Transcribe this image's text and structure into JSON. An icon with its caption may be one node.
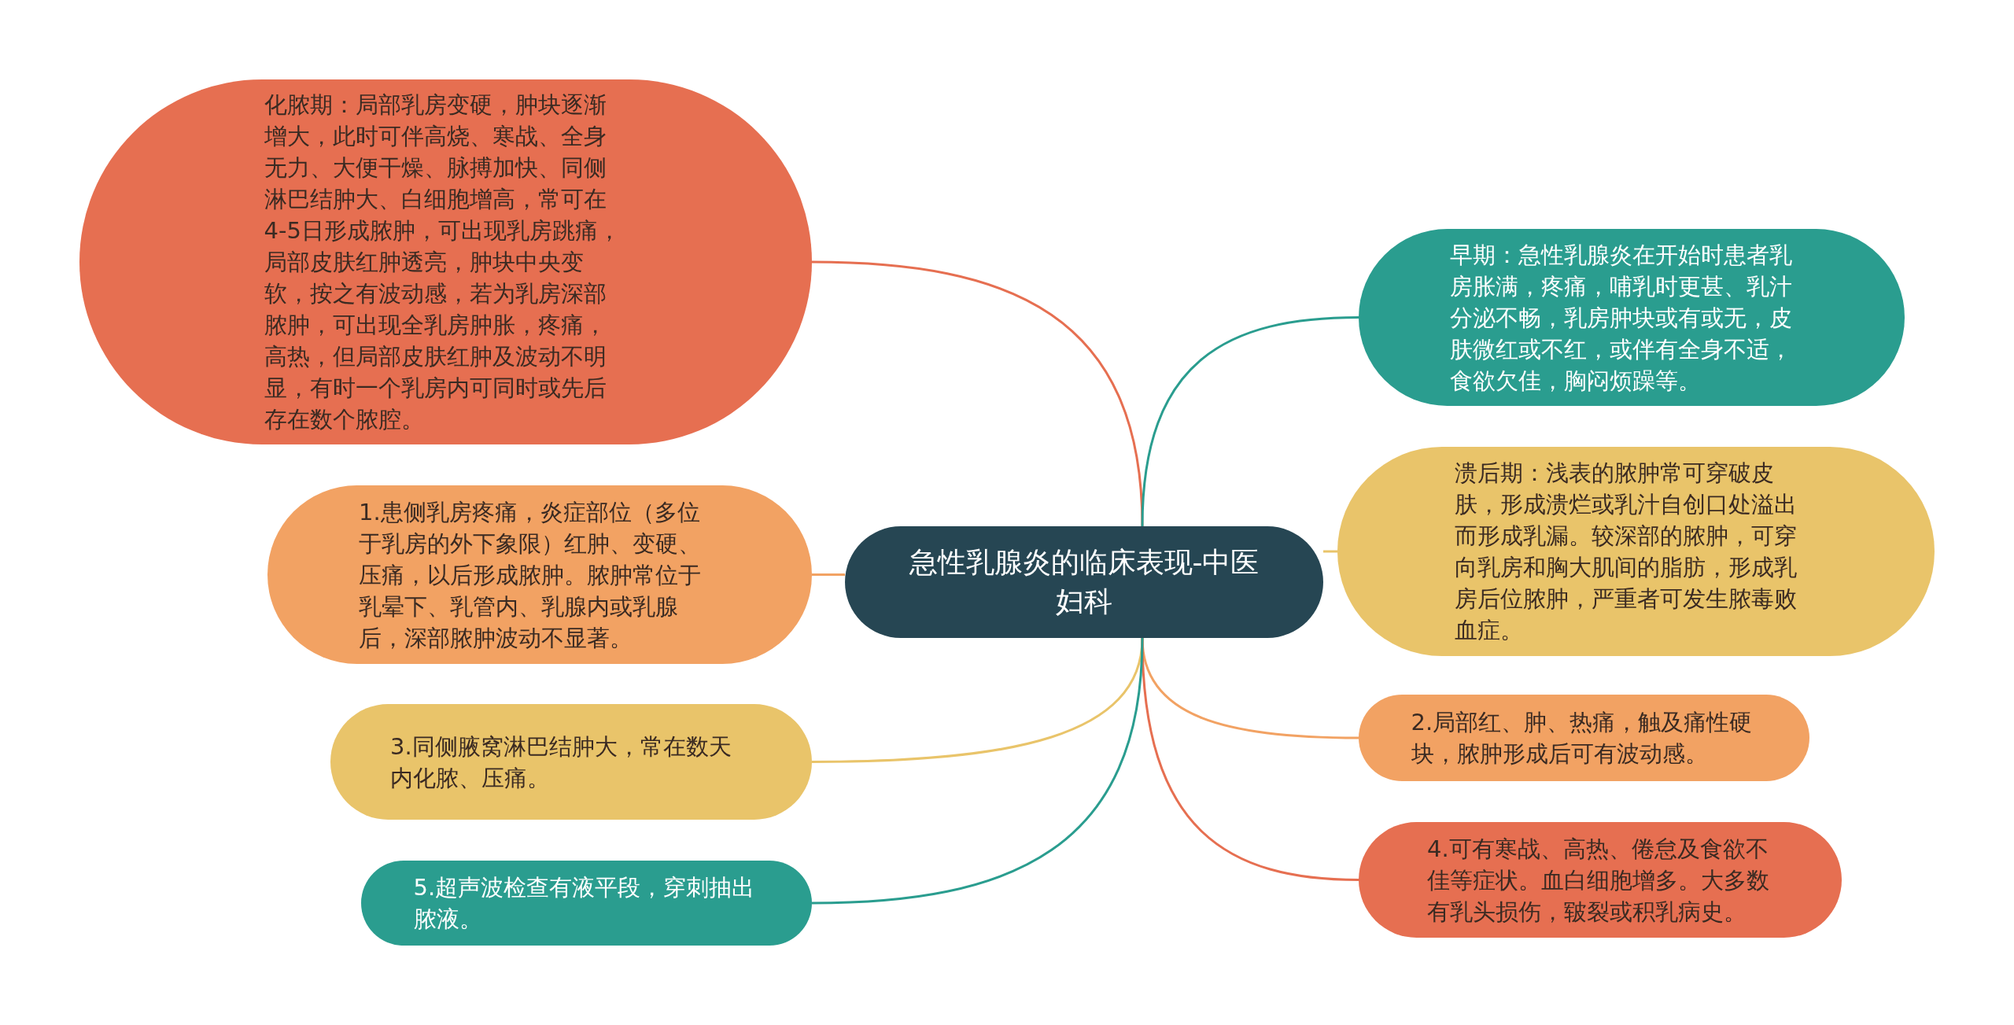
{
  "diagram": {
    "nodes": [
      {
        "text": [
          "急性乳腺炎的临床表现-中医妇科"
        ]
      },
      {
        "text": [
          "化脓期：局部乳房变硬，肿块逐渐增大，此时可伴高烧、寒战、全身无力、大便干燥、脉搏加快、同侧淋巴结肿大、白细胞增高，常可在4-5日形成脓肿，可出现乳房跳痛，局部皮肤红肿透亮，肿块中央变软，按之有波动感，若为乳房深部脓肿，可出现全乳房肿胀，疼痛，高热，但局部皮肤红肿及波动不明显，有时一个乳房内可同时或先后存在数个脓腔。"
        ]
      },
      {
        "text": [
          "早期：急性乳腺炎在开始时患者乳房胀满，疼痛，哺乳时更甚、乳汁分泌不畅，乳房肿块或有或无，皮肤微红或不红，或伴有全身不适，食欲欠佳，胸闷烦躁等。"
        ]
      },
      {
        "text": [
          "溃后期：浅表的脓肿常可穿破皮肤，形成溃烂或乳汁自创口处溢出而形成乳漏。较深部的脓肿，可穿向乳房和胸大肌间的脂肪，形成乳房后位脓肿，严重者可发生脓毒败血症。"
        ]
      },
      {
        "text": [
          "1.患侧乳房疼痛，炎症部位（多位于乳房的外下象限）红肿、变硬、压痛，以后形成脓肿。脓肿常位于乳晕下、乳管内、乳腺内或乳腺后，深部脓肿波动不显著。"
        ]
      },
      {
        "text": [
          "2.局部红、肿、热痛，触及痛性硬块，脓肿形成后可有波动感。"
        ]
      },
      {
        "text": [
          "3.同侧腋窝淋巴结肿大，常在数天内化脓、压痛。"
        ]
      },
      {
        "text": [
          "4.可有寒战、高热、倦怠及食欲不佳等症状。血白细胞增多。大多数有乳头损伤，皲裂或积乳病史。"
        ]
      },
      {
        "text": [
          "5.超声波检查有液平段，穿刺抽出脓液。"
        ]
      }
    ],
    "edges": [
      {
        "from": 0,
        "to": 1,
        "arrow": "none",
        "color": "#e66f51"
      },
      {
        "from": 0,
        "to": 2,
        "arrow": "none",
        "color": "#2a9d8f"
      },
      {
        "from": 0,
        "to": 3,
        "arrow": "none",
        "color": "#e9c46a"
      },
      {
        "from": 0,
        "to": 4,
        "arrow": "none",
        "color": "#f2a263"
      },
      {
        "from": 0,
        "to": 5,
        "arrow": "none",
        "color": "#f2a263"
      },
      {
        "from": 0,
        "to": 6,
        "arrow": "none",
        "color": "#e9c46a"
      },
      {
        "from": 0,
        "to": 7,
        "arrow": "none",
        "color": "#e66f51"
      },
      {
        "from": 0,
        "to": 8,
        "arrow": "none",
        "color": "#2a9d8f"
      }
    ]
  }
}
